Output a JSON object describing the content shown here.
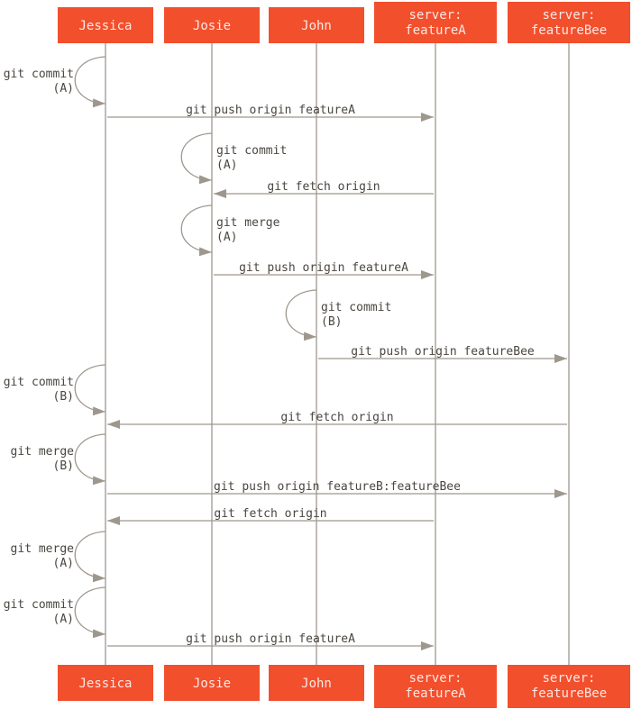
{
  "colors": {
    "box": "#f24f2d",
    "line": "#9e978e",
    "text": "#4a4640",
    "box_text": "#fbe9e4"
  },
  "participants": [
    {
      "id": "jessica",
      "lines": [
        "Jessica"
      ]
    },
    {
      "id": "josie",
      "lines": [
        "Josie"
      ]
    },
    {
      "id": "john",
      "lines": [
        "John"
      ]
    },
    {
      "id": "featureA",
      "lines": [
        "server:",
        "featureA"
      ]
    },
    {
      "id": "featureBee",
      "lines": [
        "server:",
        "featureBee"
      ]
    }
  ],
  "events": [
    {
      "type": "self",
      "actor": "jessica",
      "label": [
        "git commit",
        "(A)"
      ]
    },
    {
      "type": "msg",
      "from": "jessica",
      "to": "featureA",
      "label": "git push origin featureA"
    },
    {
      "type": "self",
      "actor": "josie",
      "label": [
        "git commit",
        "(A)"
      ]
    },
    {
      "type": "msg",
      "from": "featureA",
      "to": "josie",
      "label": "git fetch origin"
    },
    {
      "type": "self",
      "actor": "josie",
      "label": [
        "git merge",
        "(A)"
      ]
    },
    {
      "type": "msg",
      "from": "josie",
      "to": "featureA",
      "label": "git push origin featureA"
    },
    {
      "type": "self",
      "actor": "john",
      "label": [
        "git commit",
        "(B)"
      ]
    },
    {
      "type": "msg",
      "from": "john",
      "to": "featureBee",
      "label": "git push origin featureBee"
    },
    {
      "type": "self",
      "actor": "jessica",
      "label": [
        "git commit",
        "(B)"
      ]
    },
    {
      "type": "msg",
      "from": "featureBee",
      "to": "jessica",
      "label": "git fetch origin"
    },
    {
      "type": "self",
      "actor": "jessica",
      "label": [
        "git merge",
        "(B)"
      ]
    },
    {
      "type": "msg",
      "from": "jessica",
      "to": "featureBee",
      "label": "git push origin featureB:featureBee"
    },
    {
      "type": "msg",
      "from": "featureA",
      "to": "jessica",
      "label": "git fetch origin"
    },
    {
      "type": "self",
      "actor": "jessica",
      "label": [
        "git merge",
        "(A)"
      ]
    },
    {
      "type": "self",
      "actor": "jessica",
      "label": [
        "git commit",
        "(A)"
      ]
    },
    {
      "type": "msg",
      "from": "jessica",
      "to": "featureA",
      "label": "git push origin featureA"
    }
  ]
}
